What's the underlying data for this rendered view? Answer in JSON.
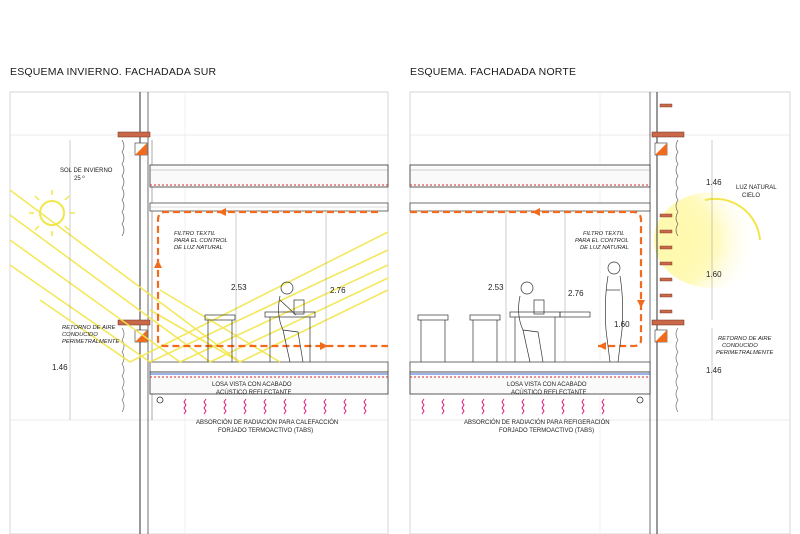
{
  "panels": {
    "left": {
      "title": "ESQUEMA INVIERNO. FACHADADA SUR",
      "sun_label_1": "SOL DE INVIERNO",
      "sun_label_2": "25 º",
      "filter_1": "FILTRO TEXTIL",
      "filter_2": "PARA EL CONTROL",
      "filter_3": "DE LUZ NATURAL",
      "return_1": "RETORNO DE AIRE",
      "return_2": "CONDUCIDO",
      "return_3": "PERIMETRALMENTE",
      "slab_1": "LOSA VISTA CON ACABADO",
      "slab_2": "ACÚSTICO REFLECTANTE",
      "absorb_1": "ABSORCIÓN DE RADIACIÓN PARA CALEFACCIÓN",
      "absorb_2": "FORJADO TERMOACTIVO (TABS)",
      "dim_room": "2.53",
      "dim_room_b": "2.76",
      "dim_lower": "1.46"
    },
    "right": {
      "title": "ESQUEMA. FACHADADA NORTE",
      "sky_1": "LUZ NATURAL",
      "sky_2": "CIELO",
      "filter_1": "FILTRO TEXTIL",
      "filter_2": "PARA EL CONTROL",
      "filter_3": "DE LUZ NATURAL",
      "return_1": "RETORNO DE AIRE",
      "return_2": "CONDUCIDO",
      "return_3": "PERIMETRALMENTE",
      "slab_1": "LOSA VISTA CON ACABADO",
      "slab_2": "ACÚSTICO REFLECTANTE",
      "absorb_1": "ABSORCIÓN DE RADIACIÓN PARA REFIGERACIÓN",
      "absorb_2": "FORJADO TERMOACTIVO (TABS)",
      "dim_room": "2.53",
      "dim_room_b": "2.76",
      "dim_top": "1.46",
      "dim_mid": "1.60",
      "dim_lower": "1.46",
      "dim_person": "1.60"
    }
  },
  "colors": {
    "airflow": "#f26a1b",
    "sunrays": "#f2e64a",
    "radiation": "#e0157a",
    "pipes": "#d42a2a",
    "facade_brick": "#c9694a",
    "lines": "#333333"
  }
}
